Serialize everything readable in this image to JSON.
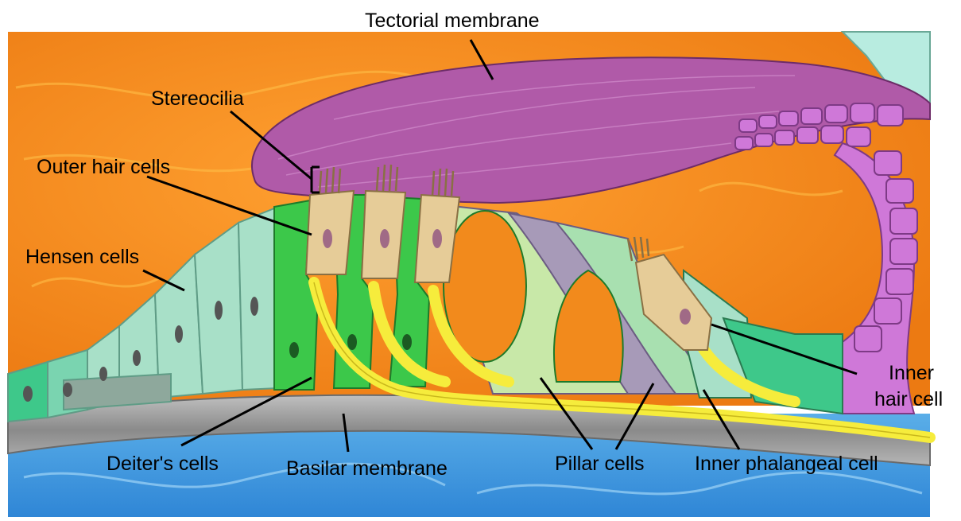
{
  "labels": {
    "tectorial_membrane": "Tectorial membrane",
    "stereocilia": "Stereocilia",
    "outer_hair_cells": "Outer hair cells",
    "hensen_cells": "Hensen cells",
    "inner_hair_cell_line1": "Inner",
    "inner_hair_cell_line2": "hair cell",
    "deiters_cells": "Deiter's cells",
    "basilar_membrane": "Basilar membrane",
    "pillar_cells": "Pillar cells",
    "inner_phalangeal_cell": "Inner phalangeal cell"
  },
  "colors": {
    "background_fluid": "#f28a1c",
    "lower_fluid": "#4a9fe0",
    "tectorial_membrane": "#b05aa8",
    "hensen_cells": "#a8e0c8",
    "deiters_cells": "#3cc84a",
    "hair_cells": "#e6cc98",
    "nerve_fibers": "#f6ec3c",
    "pillar_cells": "#a79ab8",
    "basilar_membrane": "#9a9a9a",
    "limbus_cells": "#cf78d8"
  }
}
